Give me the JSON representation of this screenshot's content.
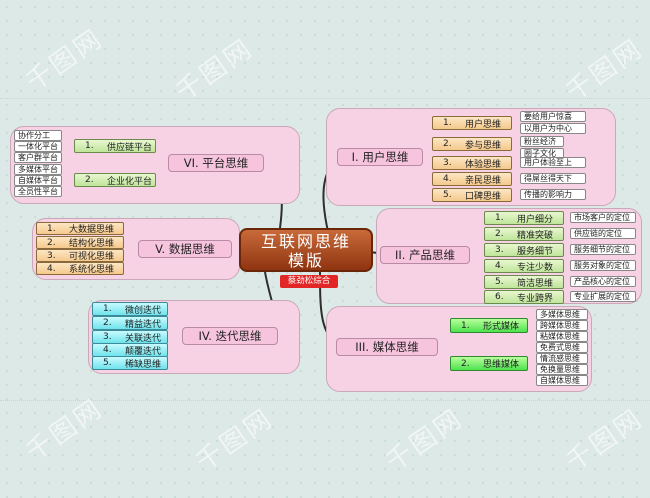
{
  "center": {
    "line1": "互联网思维",
    "line2": "模版",
    "tag": "蔡劲松综合"
  },
  "branches": {
    "b1": {
      "label": "I.  用户思维",
      "items": [
        {
          "num": "1.",
          "text": "用户思维",
          "children": [
            "要给用户惊喜",
            "以用户为中心"
          ]
        },
        {
          "num": "2.",
          "text": "参与思维",
          "children": [
            "粉丝经济",
            "圈子文化"
          ]
        },
        {
          "num": "3.",
          "text": "体验思维",
          "children": [
            "用户体验至上"
          ]
        },
        {
          "num": "4.",
          "text": "亲民思维",
          "children": [
            "得屌丝得天下"
          ]
        },
        {
          "num": "5.",
          "text": "口碑思维",
          "children": [
            "传播的影响力"
          ]
        }
      ]
    },
    "b2": {
      "label": "II.  产品思维",
      "items": [
        {
          "num": "1.",
          "text": "用户细分",
          "child": "市场客户的定位"
        },
        {
          "num": "2.",
          "text": "精准突破",
          "child": "供应链的定位"
        },
        {
          "num": "3.",
          "text": "服务细节",
          "child": "服务细节的定位"
        },
        {
          "num": "4.",
          "text": "专注少数",
          "child": "服务对象的定位"
        },
        {
          "num": "5.",
          "text": "简洁思维",
          "child": "产品核心的定位"
        },
        {
          "num": "6.",
          "text": "专业跨界",
          "child": "专业扩展的定位"
        }
      ]
    },
    "b3": {
      "label": "III.  媒体思维",
      "items": [
        {
          "num": "1.",
          "text": "形式媒体",
          "children": [
            "多媒体思维",
            "跨媒体思维",
            "粘媒体思维"
          ]
        },
        {
          "num": "2.",
          "text": "思维媒体",
          "children": [
            "免费式思维",
            "情流感思维",
            "免换量思维",
            "自媒体思维"
          ]
        }
      ]
    },
    "b4": {
      "label": "IV.  迭代思维",
      "items": [
        {
          "num": "1.",
          "text": "微创迭代"
        },
        {
          "num": "2.",
          "text": "精益迭代"
        },
        {
          "num": "3.",
          "text": "关联迭代"
        },
        {
          "num": "4.",
          "text": "颠覆迭代"
        },
        {
          "num": "5.",
          "text": "稀缺思维"
        }
      ]
    },
    "b5": {
      "label": "V.  数据思维",
      "items": [
        {
          "num": "1.",
          "text": "大数据思维"
        },
        {
          "num": "2.",
          "text": "结构化思维"
        },
        {
          "num": "3.",
          "text": "可视化思维"
        },
        {
          "num": "4.",
          "text": "系统化思维"
        }
      ]
    },
    "b6": {
      "label": "VI.  平台思维",
      "items": [
        {
          "num": "1.",
          "text": "供应链平台",
          "children": [
            "协作分工",
            "一体化平台",
            "客户群平台"
          ]
        },
        {
          "num": "2.",
          "text": "企业化平台",
          "children": [
            "多媒体平台",
            "自媒体平台",
            "全员性平台"
          ]
        }
      ]
    }
  },
  "watermark": "千图网",
  "colors": {
    "center": "#a9471e",
    "branch": "#f7c4dd",
    "tag": "#e22626"
  }
}
